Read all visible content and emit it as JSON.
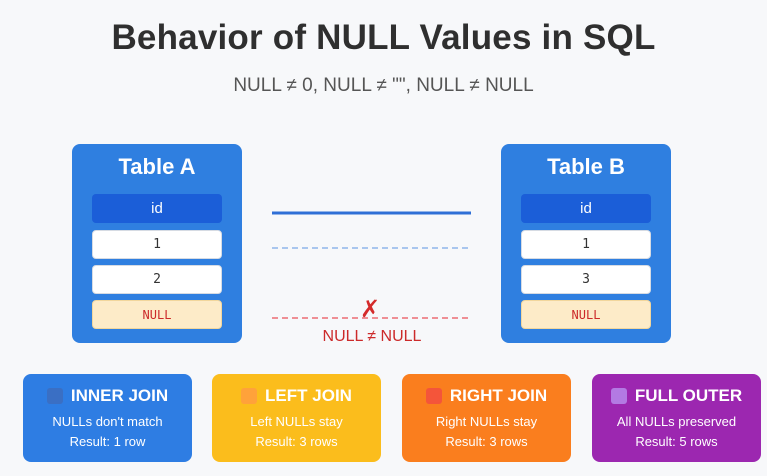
{
  "header": {
    "title": "Behavior of NULL Values in SQL",
    "subtitle": "NULL ≠ 0, NULL ≠ \"\", NULL ≠ NULL"
  },
  "table_a": {
    "title": "Table A",
    "column": "id",
    "rows": [
      "1",
      "2",
      "NULL"
    ]
  },
  "table_b": {
    "title": "Table B",
    "column": "id",
    "rows": [
      "1",
      "3",
      "NULL"
    ]
  },
  "connectors": {
    "match_color": "#2f6fd6",
    "nomatch_color": "#a9c6ee",
    "null_color": "#ef8f95",
    "null_cross": "✗",
    "null_label": "NULL ≠ NULL"
  },
  "joins": [
    {
      "name": "INNER JOIN",
      "desc": "NULLs don't match",
      "result": "Result: 1 row",
      "color": "#2e7de3",
      "icon": "blue-square-icon",
      "icon_color": "#3a6fc4"
    },
    {
      "name": "LEFT JOIN",
      "desc": "Left NULLs stay",
      "result": "Result: 3 rows",
      "color": "#fbbd1c",
      "icon": "orange-square-icon",
      "icon_color": "#ffa23a"
    },
    {
      "name": "RIGHT JOIN",
      "desc": "Right NULLs stay",
      "result": "Result: 3 rows",
      "color": "#fa7e1e",
      "icon": "red-square-icon",
      "icon_color": "#f4553a"
    },
    {
      "name": "FULL OUTER",
      "desc": "All NULLs preserved",
      "result": "Result: 5 rows",
      "color": "#9c27b0",
      "icon": "purple-square-icon",
      "icon_color": "#b37ae3"
    }
  ]
}
